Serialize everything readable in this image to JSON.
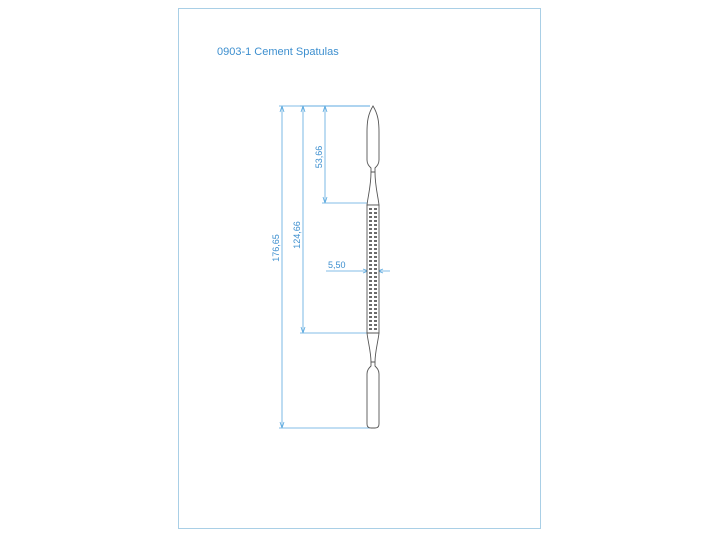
{
  "drawing": {
    "title": "0903-1 Cement Spatulas",
    "dimensions": {
      "overall_length": "176,65",
      "handle_length": "124,66",
      "tip_length": "53,66",
      "handle_diameter": "5,50"
    }
  },
  "colors": {
    "frame": "#a9cfe6",
    "dimension": "#5aa9df",
    "outline": "#555555"
  }
}
